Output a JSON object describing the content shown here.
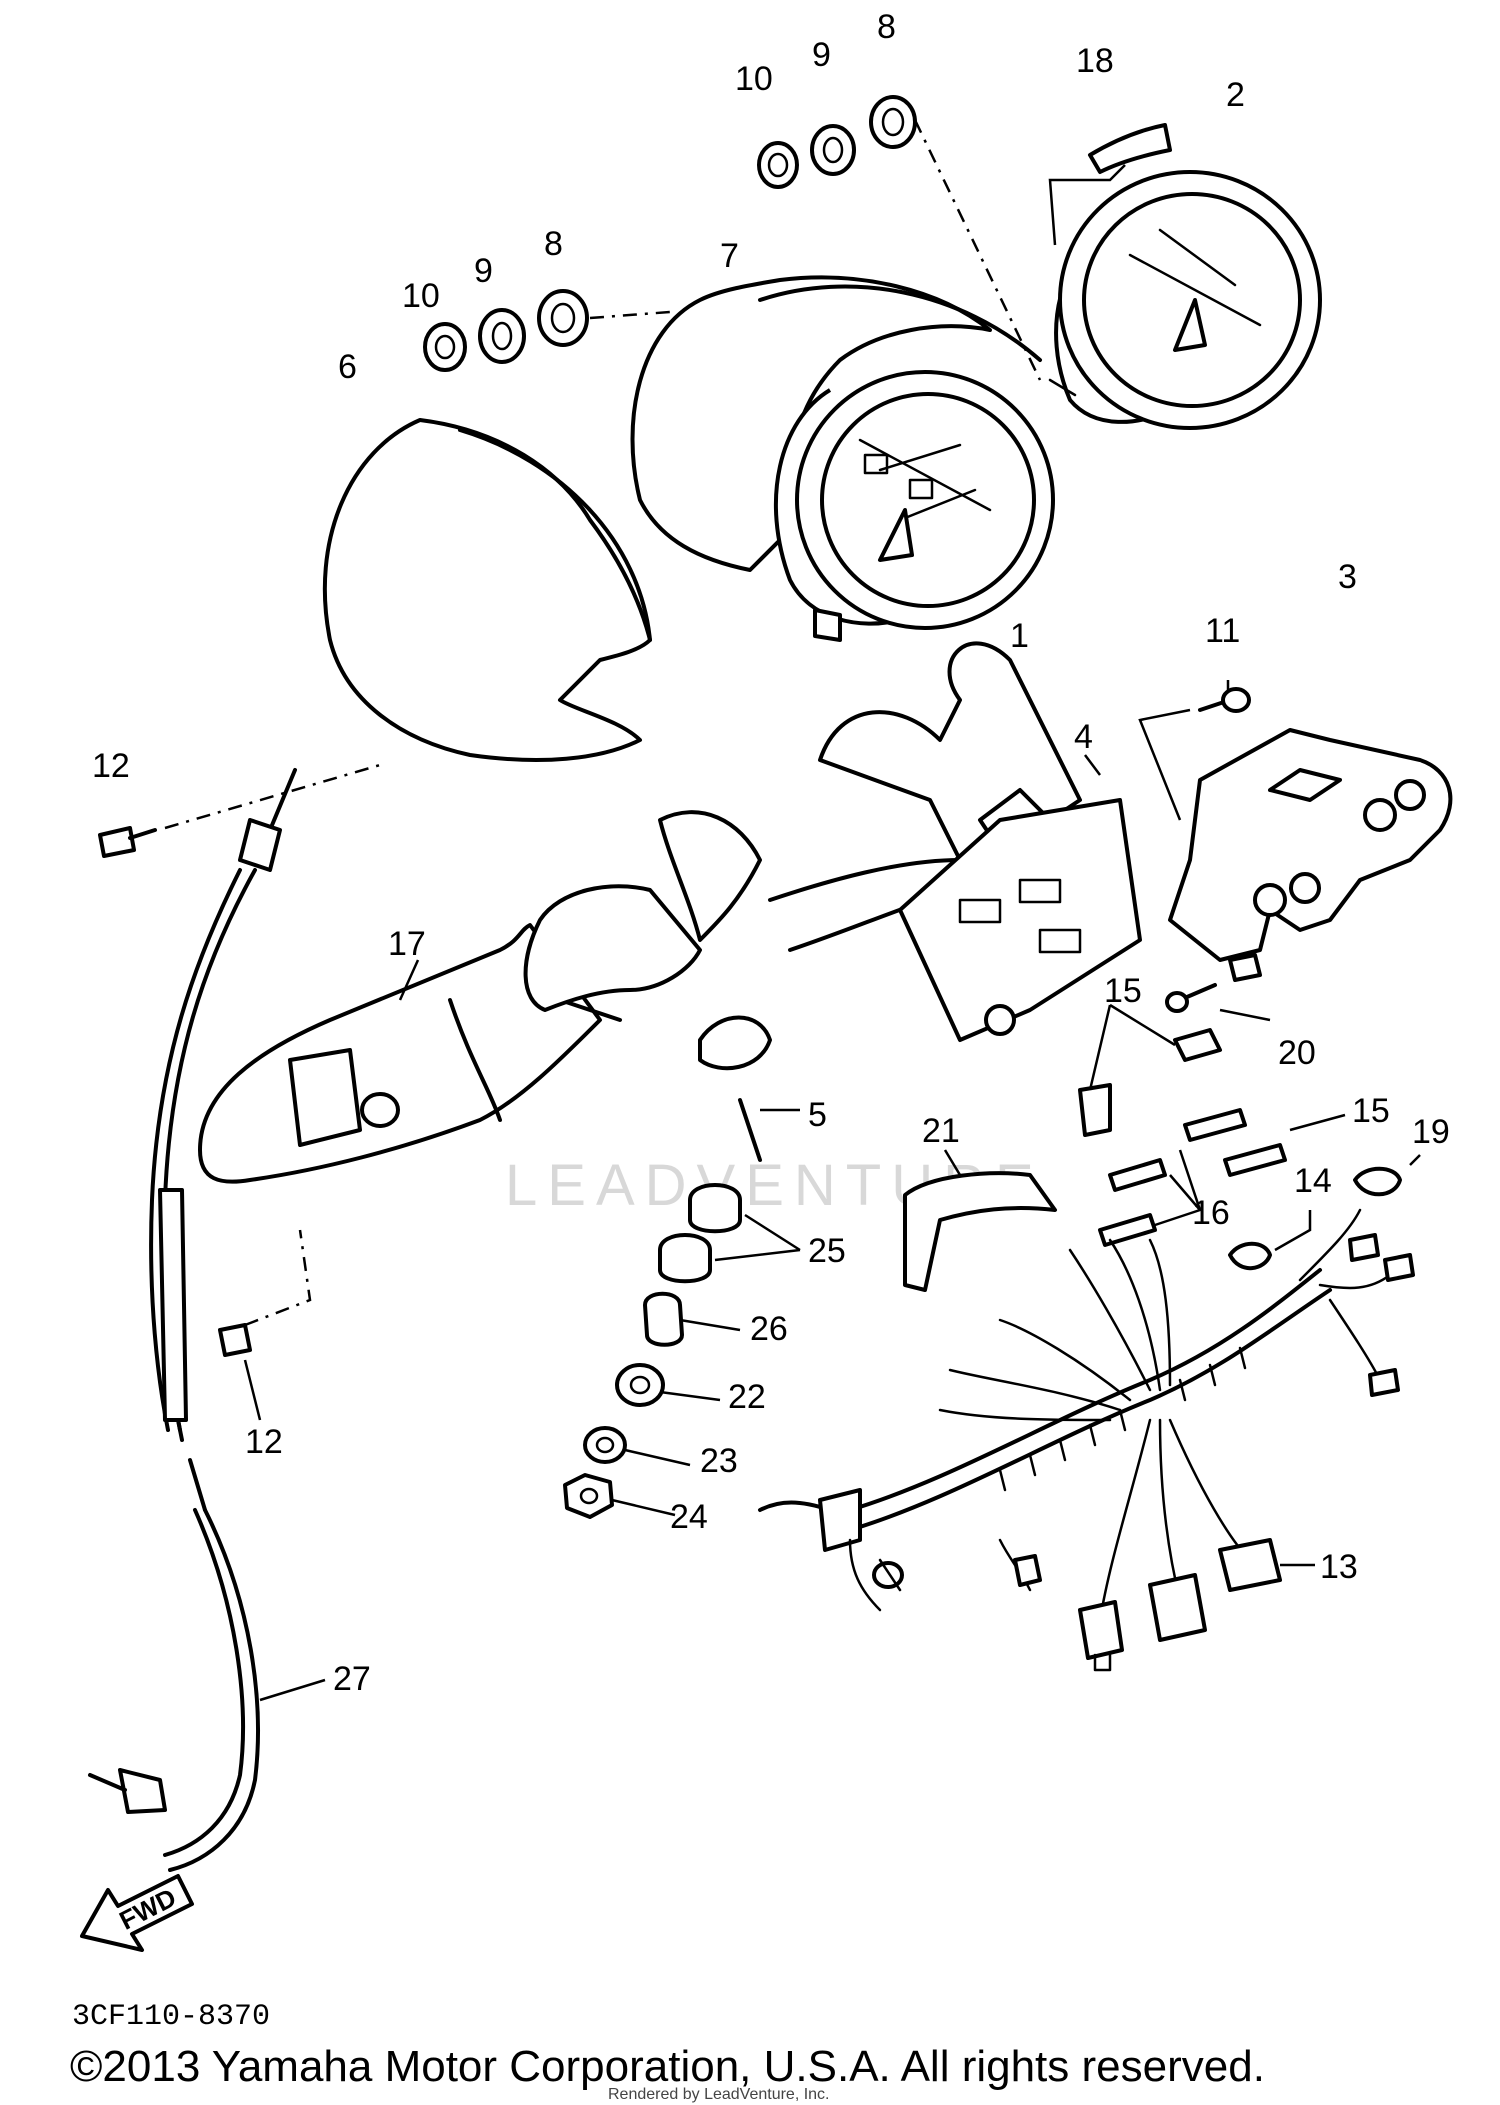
{
  "watermark": "LEADVENTURE",
  "fwd_arrow_label": "FWD",
  "diagram_code": "3CF110-8370",
  "copyright": "©2013 Yamaha Motor Corporation, U.S.A. All rights reserved.",
  "rendered_by": "Rendered by LeadVenture, Inc.",
  "callouts": [
    {
      "id": "c-8-top",
      "label": "8"
    },
    {
      "id": "c-9-top",
      "label": "9"
    },
    {
      "id": "c-10-top",
      "label": "10"
    },
    {
      "id": "c-18",
      "label": "18"
    },
    {
      "id": "c-2",
      "label": "2"
    },
    {
      "id": "c-7",
      "label": "7"
    },
    {
      "id": "c-8",
      "label": "8"
    },
    {
      "id": "c-9",
      "label": "9"
    },
    {
      "id": "c-10",
      "label": "10"
    },
    {
      "id": "c-6",
      "label": "6"
    },
    {
      "id": "c-1",
      "label": "1"
    },
    {
      "id": "c-11",
      "label": "11"
    },
    {
      "id": "c-3",
      "label": "3"
    },
    {
      "id": "c-4",
      "label": "4"
    },
    {
      "id": "c-12-top",
      "label": "12"
    },
    {
      "id": "c-17",
      "label": "17"
    },
    {
      "id": "c-15-a",
      "label": "15"
    },
    {
      "id": "c-20",
      "label": "20"
    },
    {
      "id": "c-15-b",
      "label": "15"
    },
    {
      "id": "c-19",
      "label": "19"
    },
    {
      "id": "c-5",
      "label": "5"
    },
    {
      "id": "c-21",
      "label": "21"
    },
    {
      "id": "c-16",
      "label": "16"
    },
    {
      "id": "c-14",
      "label": "14"
    },
    {
      "id": "c-25",
      "label": "25"
    },
    {
      "id": "c-26",
      "label": "26"
    },
    {
      "id": "c-22",
      "label": "22"
    },
    {
      "id": "c-23",
      "label": "23"
    },
    {
      "id": "c-24",
      "label": "24"
    },
    {
      "id": "c-12-bottom",
      "label": "12"
    },
    {
      "id": "c-13",
      "label": "13"
    },
    {
      "id": "c-27",
      "label": "27"
    }
  ]
}
